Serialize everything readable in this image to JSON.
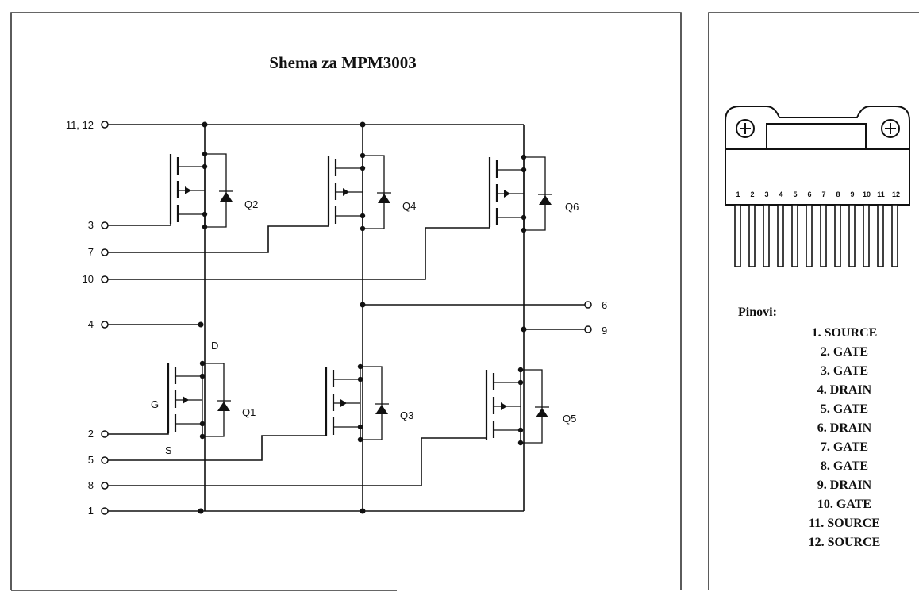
{
  "title": "Shema za MPM3003",
  "terminals_left": [
    {
      "label": "11, 12"
    },
    {
      "label": "3"
    },
    {
      "label": "7"
    },
    {
      "label": "10"
    },
    {
      "label": "4"
    },
    {
      "label": "2"
    },
    {
      "label": "5"
    },
    {
      "label": "8"
    },
    {
      "label": "1"
    }
  ],
  "terminals_right": [
    {
      "label": "6"
    },
    {
      "label": "9"
    }
  ],
  "transistors": [
    {
      "label": "Q2"
    },
    {
      "label": "Q4"
    },
    {
      "label": "Q6"
    },
    {
      "label": "Q1"
    },
    {
      "label": "Q3"
    },
    {
      "label": "Q5"
    }
  ],
  "q1_pin_labels": {
    "drain": "D",
    "gate": "G",
    "source": "S"
  },
  "package": {
    "pin_numbers": [
      "1",
      "2",
      "3",
      "4",
      "5",
      "6",
      "7",
      "8",
      "9",
      "10",
      "11",
      "12"
    ],
    "mount_hole_symbol": "⊕"
  },
  "pin_list": {
    "header": "Pinovi:",
    "items": [
      "1. SOURCE",
      "2. GATE",
      "3. GATE",
      "4. DRAIN",
      "5. GATE",
      "6. DRAIN",
      "7. GATE",
      "8. GATE",
      "9. DRAIN",
      "10. GATE",
      "11. SOURCE",
      "12. SOURCE"
    ]
  }
}
